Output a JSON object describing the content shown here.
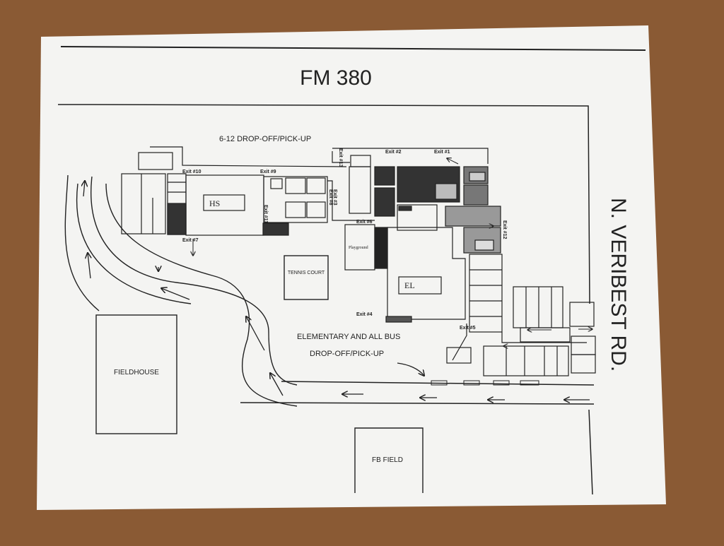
{
  "map": {
    "road_top": "FM 380",
    "road_right": "N. VERIBEST RD.",
    "dropoff_6_12": "6-12 DROP-OFF/PICK-UP",
    "elementary_line1": "ELEMENTARY AND ALL BUS",
    "elementary_line2": "DROP-OFF/PICK-UP",
    "hs": "HS",
    "el": "EL",
    "tennis": "TENNIS COURT",
    "fieldhouse": "FIELDHOUSE",
    "fb_field": "FB FIELD",
    "playground": "Playground",
    "exits": {
      "e1": "Exit #1",
      "e2": "Exit #2",
      "e3": "Exit #3",
      "e4": "Exit #4",
      "e5": "Exit #5",
      "e6": "Exit #6",
      "e7": "Exit #7",
      "e8": "Exit #8",
      "e9": "Exit #9",
      "e10": "Exit #10",
      "e11": "Exit #11",
      "e12": "Exit #12",
      "e13": "Exit #13"
    }
  },
  "colors": {
    "background": "#8a5a34",
    "paper": "#f4f4f2",
    "ink": "#222222"
  }
}
